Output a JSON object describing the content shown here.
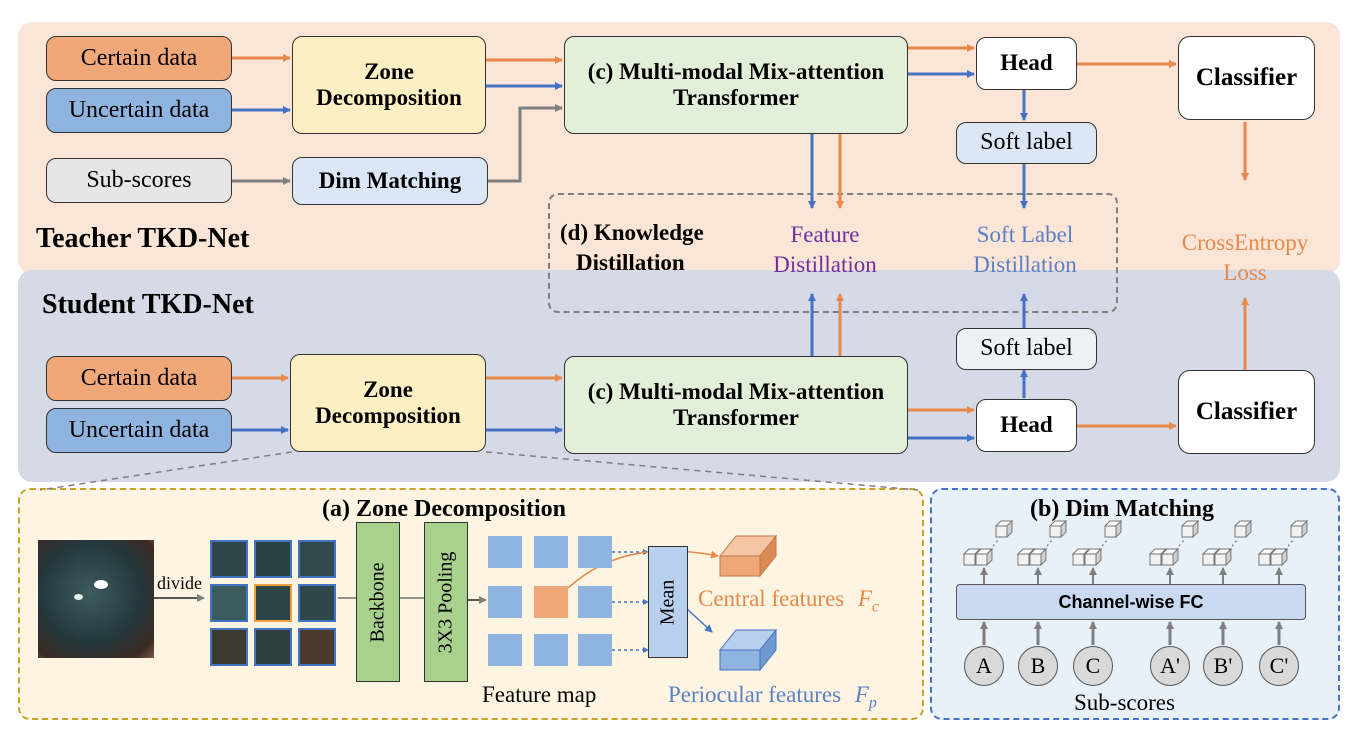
{
  "colors": {
    "teacher_bg": "#fae5d6",
    "student_bg": "#d6dae6",
    "orange_arrow": "#e8884a",
    "blue_arrow": "#4472c4",
    "gray_arrow": "#7f7f7f",
    "certain_fill": "#f0a878",
    "uncertain_fill": "#8fb4e0",
    "subscores_fill": "#e6e6e6",
    "zone_fill": "#fdefc4",
    "dim_fill": "#dbe7f6",
    "transformer_fill": "#e2efd9",
    "softlabel_fill": "#dce6f4",
    "purple_text": "#7030a0",
    "slate_text": "#5b7fc7",
    "orange_text": "#e8884a",
    "zone_panel_bg": "#fdf5e2",
    "zone_panel_border": "#c9a227",
    "dim_panel_bg": "#e8f0f8",
    "dim_panel_border": "#4472c4"
  },
  "teacher": {
    "title": "Teacher TKD-Net",
    "certain_label": "Certain data",
    "uncertain_label": "Uncertain data",
    "subscores_label": "Sub-scores",
    "zone_label_1": "Zone",
    "zone_label_2": "Decomposition",
    "dim_label": "Dim Matching",
    "transformer_label_1": "(c) Multi-modal Mix-attention",
    "transformer_label_2": "Transformer",
    "head_label": "Head",
    "soft_label": "Soft label",
    "classifier_label": "Classifier"
  },
  "distill": {
    "title_1": "(d) Knowledge",
    "title_2": "Distillation",
    "feature_1": "Feature",
    "feature_2": "Distillation",
    "soft_1": "Soft Label",
    "soft_2": "Distillation",
    "loss_1": "CrossEntropy",
    "loss_2": "Loss"
  },
  "student": {
    "title": "Student TKD-Net",
    "certain_label": "Certain data",
    "uncertain_label": "Uncertain data",
    "zone_label_1": "Zone",
    "zone_label_2": "Decomposition",
    "transformer_label_1": "(c) Multi-modal Mix-attention",
    "transformer_label_2": "Transformer",
    "soft_label": "Soft label",
    "head_label": "Head",
    "classifier_label": "Classifier"
  },
  "zone_panel": {
    "title": "(a) Zone Decomposition",
    "divide_label": "divide",
    "backbone_label": "Backbone",
    "pooling_label": "3X3 Pooling",
    "mean_label": "Mean",
    "feature_map_label": "Feature map",
    "central_label": "Central features",
    "central_symbol": "F",
    "central_sub": "c",
    "periocular_label": "Periocular features",
    "periocular_symbol": "F",
    "periocular_sub": "p"
  },
  "dim_panel": {
    "title": "(b) Dim Matching",
    "fc_label": "Channel-wise FC",
    "subscores_label": "Sub-scores",
    "inputs": [
      "A",
      "B",
      "C",
      "A'",
      "B'",
      "C'"
    ]
  }
}
